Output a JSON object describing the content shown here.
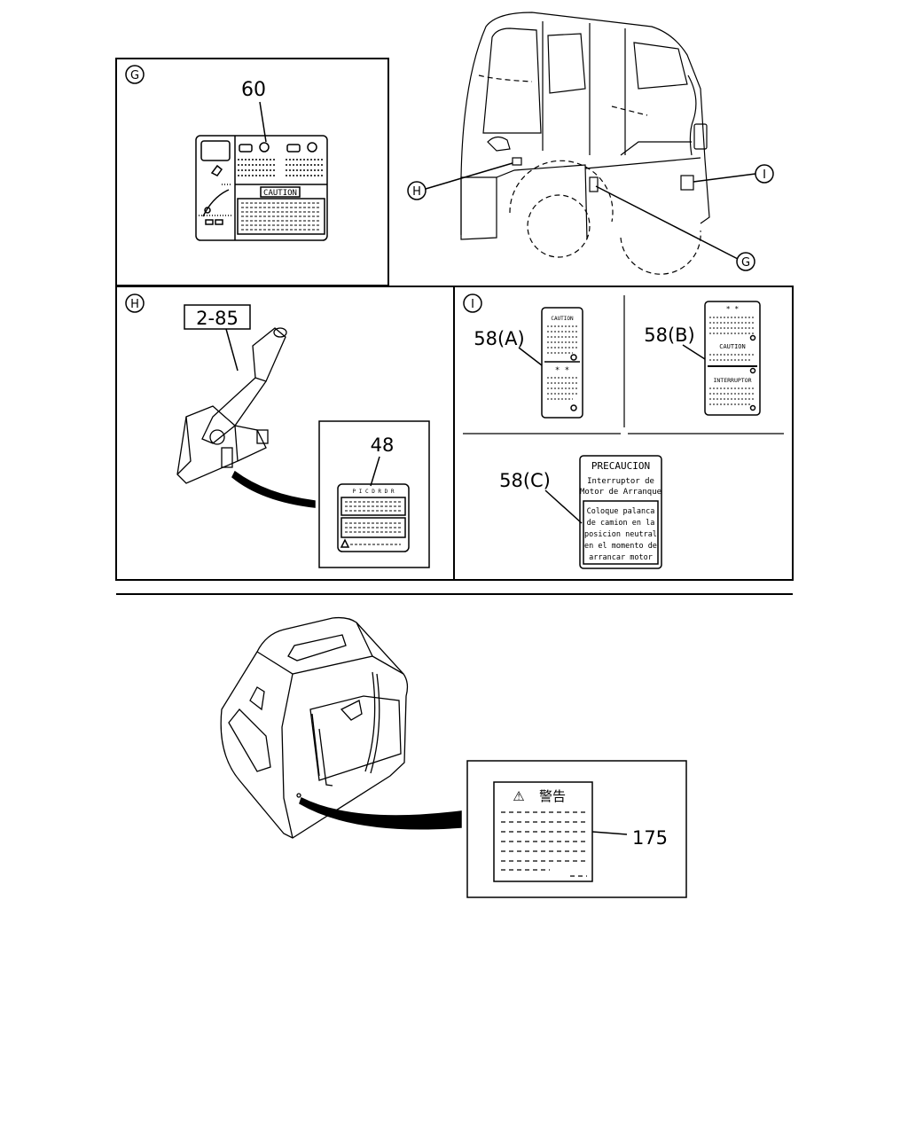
{
  "panels": {
    "g": {
      "badge": "G",
      "part": "60",
      "label_heading": "CAUTION"
    },
    "h": {
      "badge": "H",
      "ref_box": "2-85",
      "part": "48",
      "label_heading": "P I C D R D R"
    },
    "i": {
      "badge": "I",
      "part_a": "58(A)",
      "label_a_heading": "CAUTION",
      "label_a_mark": "* *",
      "part_b": "58(B)",
      "label_b_mark": "* *",
      "label_b_heading": "CAUTION",
      "label_b_heading2": "INTERRUPTOR",
      "part_c": "58(C)",
      "label_c": {
        "title": "PRECAUCION",
        "subtitle1": "Interruptor de",
        "subtitle2": "Motor de Arranque",
        "body": [
          "Coloque palanca",
          "de camion en la",
          "posicion neutral",
          "en el momento de",
          "arrancar motor"
        ]
      }
    }
  },
  "truck_callouts": {
    "h": "H",
    "i": "I",
    "g": "G"
  },
  "bottom": {
    "part": "175",
    "label_heading": "警告",
    "warning_glyph": "⚠"
  }
}
